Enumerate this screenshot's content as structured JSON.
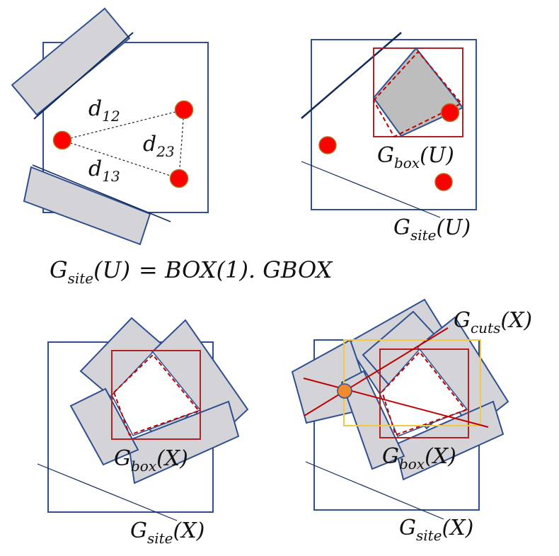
{
  "colors": {
    "frame": "#2F4F8F",
    "box_red": "#B22222",
    "cut_red": "#C00000",
    "gray_fill": "#D3D3D8",
    "dark_gray_fill": "#BDBDBD",
    "point_red": "#FF0000",
    "point_orange": "#F08A2C",
    "yellow": "#F5C842",
    "navy_line": "#102A5C"
  },
  "panel_top_left": {
    "d12": {
      "base": "d",
      "sub": "12"
    },
    "d23": {
      "base": "d",
      "sub": "23"
    },
    "d13": {
      "base": "d",
      "sub": "13"
    }
  },
  "panel_top_right": {
    "gbox_label": {
      "base": "G",
      "sub": "box",
      "arg": "(U)"
    },
    "gsite_label": {
      "base": "G",
      "sub": "site",
      "arg": "(U)"
    }
  },
  "equation": {
    "lhs_base": "G",
    "lhs_sub": "site",
    "lhs_arg": "(U)",
    "rhs": "= BOX(1). GBOX"
  },
  "panel_bottom_left": {
    "gbox_label": {
      "base": "G",
      "sub": "box",
      "arg": "(X)"
    },
    "gsite_label": {
      "base": "G",
      "sub": "site",
      "arg": "(X)"
    }
  },
  "panel_bottom_right": {
    "gcuts_label": {
      "base": "G",
      "sub": "cuts",
      "arg": "(X)"
    },
    "gbox_label": {
      "base": "G",
      "sub": "box",
      "arg": "(X)"
    },
    "gsite_label": {
      "base": "G",
      "sub": "site",
      "arg": "(X)"
    }
  }
}
